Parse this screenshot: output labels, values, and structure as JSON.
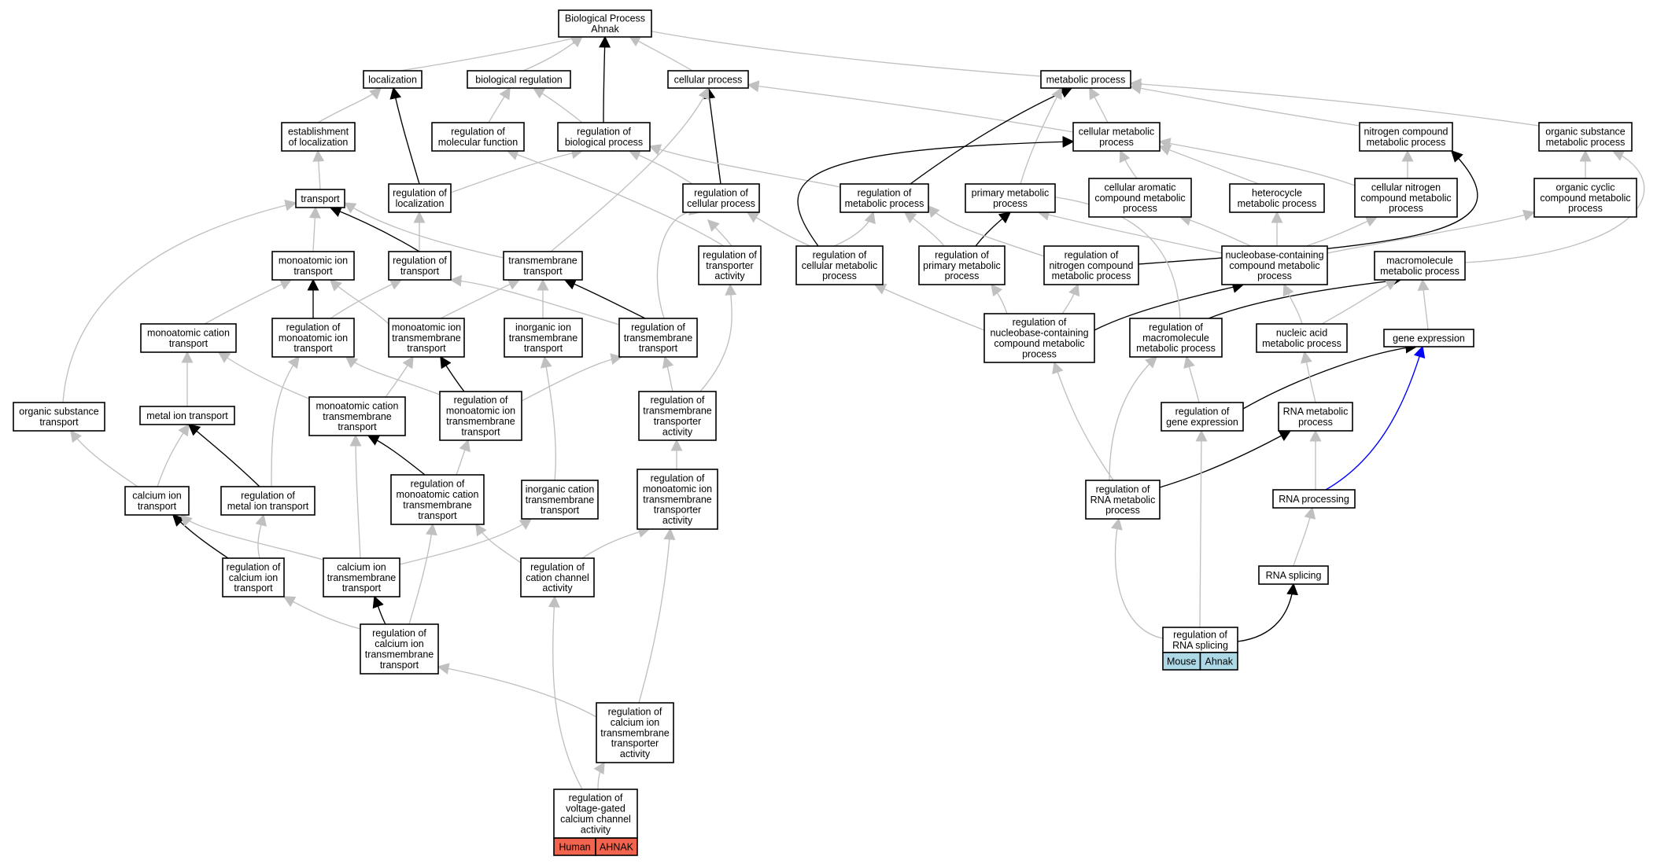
{
  "colors": {
    "edge_gray": "#c0c0c0",
    "edge_black": "#000000",
    "edge_blue": "#0000ff",
    "human_tag": "#f2644e",
    "mouse_tag": "#add8e6"
  },
  "nodes": {
    "bp": "Biological Process\nAhnak",
    "loc": "localization",
    "bioreg": "biological regulation",
    "cellproc": "cellular process",
    "metab": "metabolic process",
    "estloc": "establishment\nof localization",
    "regmf": "regulation of\nmolecular function",
    "regbp": "regulation of\nbiological process",
    "cellmetab": "cellular metabolic\nprocess",
    "ncmp": "nitrogen compound\nmetabolic process",
    "osmp": "organic substance\nmetabolic process",
    "transport": "transport",
    "regloc": "regulation of\nlocalization",
    "regcp": "regulation of\ncellular process",
    "regmp": "regulation of\nmetabolic process",
    "primmp": "primary metabolic\nprocess",
    "cacmp": "cellular aromatic\ncompound metabolic\nprocess",
    "hetmp": "heterocycle\nmetabolic process",
    "cncmp": "cellular nitrogen\ncompound metabolic\nprocess",
    "occmp": "organic cyclic\ncompound metabolic\nprocess",
    "moitr": "monoatomic ion\ntransport",
    "regtr": "regulation of\ntransport",
    "tmtr": "transmembrane\ntransport",
    "regtra": "regulation of\ntransporter\nactivity",
    "regcmp": "regulation of\ncellular metabolic\nprocess",
    "regpmp": "regulation of\nprimary metabolic\nprocess",
    "regncmp": "regulation of\nnitrogen compound\nmetabolic process",
    "nbcmp": "nucleobase-containing\ncompound metabolic\nprocess",
    "macmp": "macromolecule\nmetabolic process",
    "mcattr": "monoatomic cation\ntransport",
    "regmoitr": "regulation of\nmonoatomic ion\ntransport",
    "moitmtr": "monoatomic ion\ntransmembrane\ntransport",
    "inoitmtr": "inorganic ion\ntransmembrane\ntransport",
    "regtmtr": "regulation of\ntransmembrane\ntransport",
    "regnbcmp": "regulation of\nnucleobase-containing\ncompound metabolic\nprocess",
    "regmacmp": "regulation of\nmacromolecule\nmetabolic process",
    "namp": "nucleic acid\nmetabolic process",
    "gexp": "gene expression",
    "ostr": "organic substance\ntransport",
    "metiontr": "metal ion transport",
    "mcattmtr": "monoatomic cation\ntransmembrane\ntransport",
    "regmoitmtr": "regulation of\nmonoatomic ion\ntransmembrane\ntransport",
    "regtmtra": "regulation of\ntransmembrane\ntransporter\nactivity",
    "reggexp": "regulation of\ngene expression",
    "rnamp": "RNA metabolic\nprocess",
    "caiontr": "calcium ion\ntransport",
    "regmetiontr": "regulation of\nmetal ion transport",
    "regmcattmtr": "regulation of\nmonoatomic cation\ntransmembrane\ntransport",
    "incattmtr": "inorganic cation\ntransmembrane\ntransport",
    "regmoitmtra": "regulation of\nmonoatomic ion\ntransmembrane\ntransporter\nactivity",
    "regrnamp": "regulation of\nRNA metabolic\nprocess",
    "rnaproc": "RNA processing",
    "regcaiontr": "regulation of\ncalcium ion\ntransport",
    "caiontmtr": "calcium ion\ntransmembrane\ntransport",
    "regcatch": "regulation of\ncation channel\nactivity",
    "rnaspl": "RNA splicing",
    "regcaiontmtr": "regulation of\ncalcium ion\ntransmembrane\ntransport",
    "regrnaspl": "regulation of\nRNA splicing",
    "regcaiontmtra": "regulation of\ncalcium ion\ntransmembrane\ntransporter\nactivity",
    "regvgcc": "regulation of\nvoltage-gated\ncalcium channel\nactivity"
  },
  "tags": {
    "human_species": "Human",
    "human_gene": "AHNAK",
    "mouse_species": "Mouse",
    "mouse_gene": "Ahnak"
  }
}
